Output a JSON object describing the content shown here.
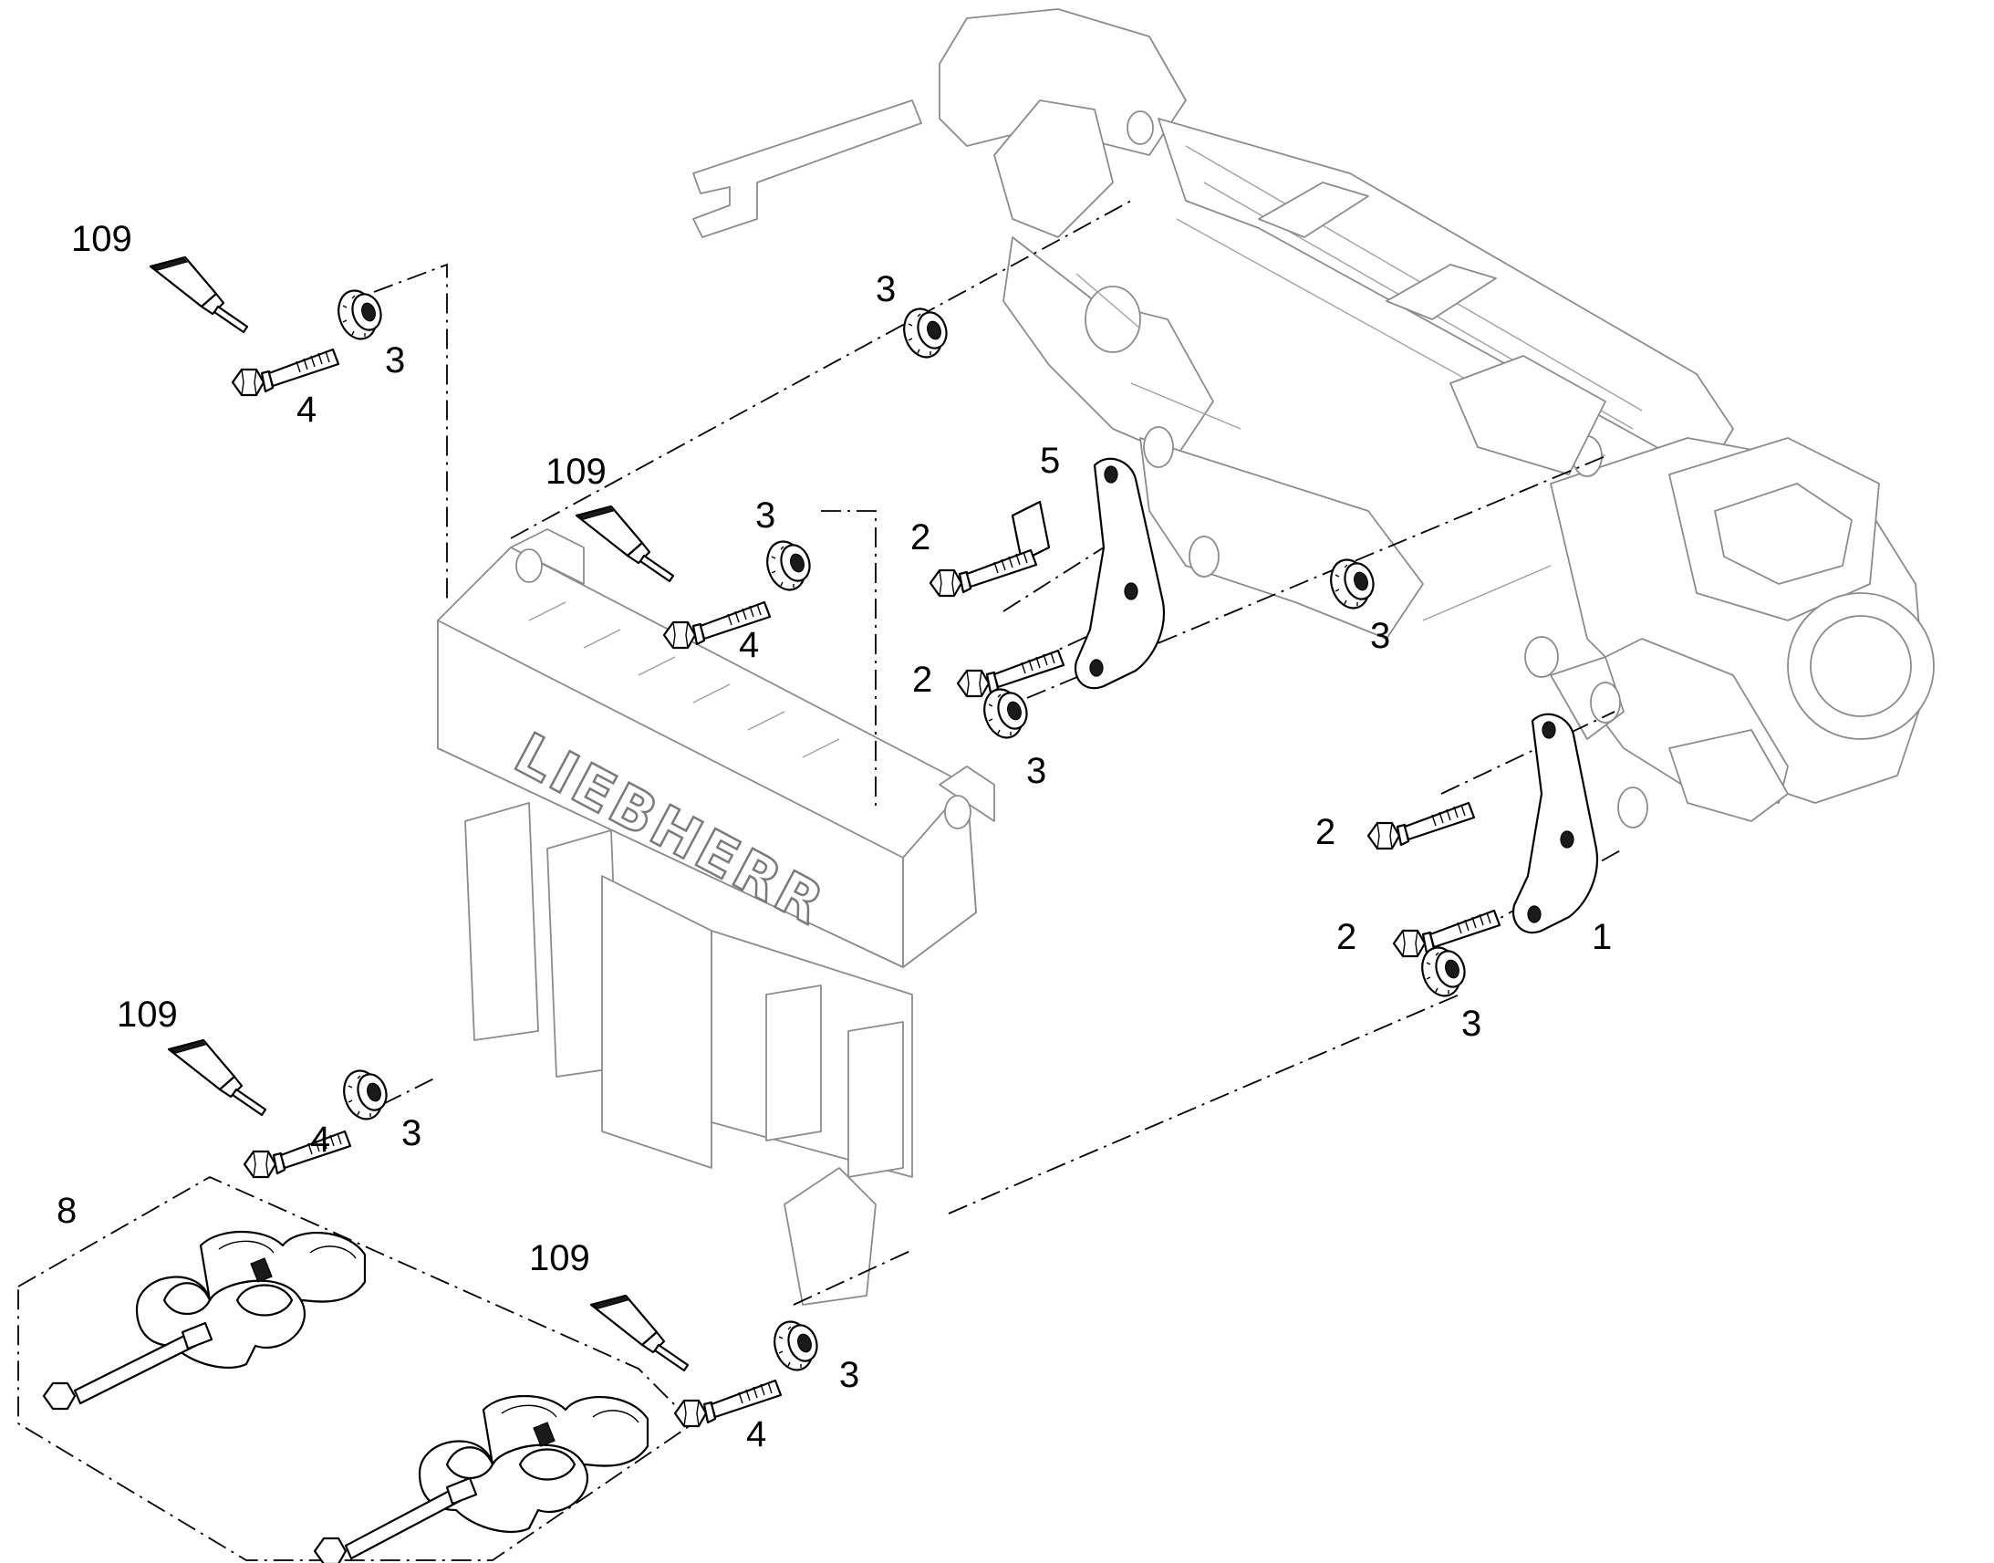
{
  "diagram": {
    "logo_text": "LIEBHERR",
    "callouts": {
      "c1": "109",
      "c2": "3",
      "c3": "4",
      "c4": "3",
      "c5": "109",
      "c6": "3",
      "c7": "4",
      "c8": "5",
      "c9": "2",
      "c10": "2",
      "c11": "3",
      "c12": "3",
      "c13": "2",
      "c14": "2",
      "c15": "1",
      "c16": "3",
      "c17": "109",
      "c18": "3",
      "c19": "4",
      "c20": "8",
      "c21": "109",
      "c22": "3",
      "c23": "4"
    }
  }
}
